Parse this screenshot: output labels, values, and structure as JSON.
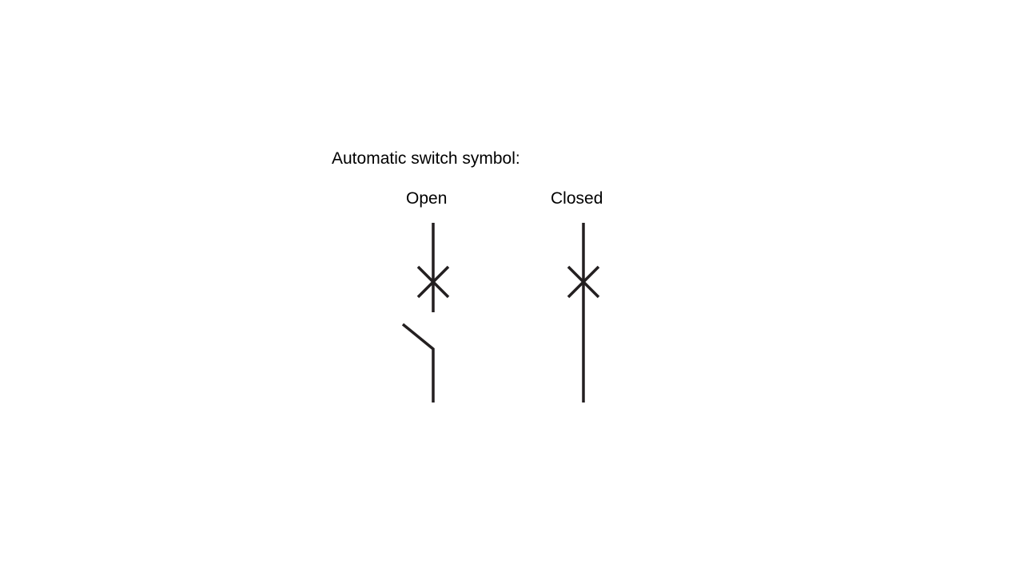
{
  "slide": {
    "title": "Automatic switch symbol:",
    "symbols": [
      {
        "label": "Open",
        "state": "open"
      },
      {
        "label": "Closed",
        "state": "closed"
      }
    ]
  },
  "colors": {
    "stroke": "#231f20",
    "background": "#ffffff"
  }
}
